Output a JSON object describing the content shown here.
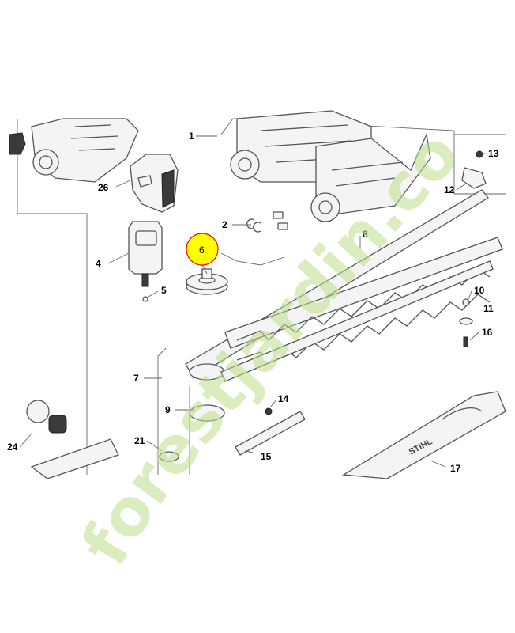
{
  "diagram": {
    "part_labels": [
      "1",
      "2",
      "4",
      "5",
      "6",
      "7",
      "8",
      "9",
      "10",
      "11",
      "12",
      "13",
      "14",
      "15",
      "16",
      "17",
      "21",
      "24",
      "26"
    ],
    "highlighted_part": "6",
    "highlight_color": "#ffff00",
    "highlight_ring_color": "#ff0000",
    "brand_on_cover": "STIHL",
    "watermark": "forestjardin.com",
    "watermark_color": "#bfe08a"
  }
}
